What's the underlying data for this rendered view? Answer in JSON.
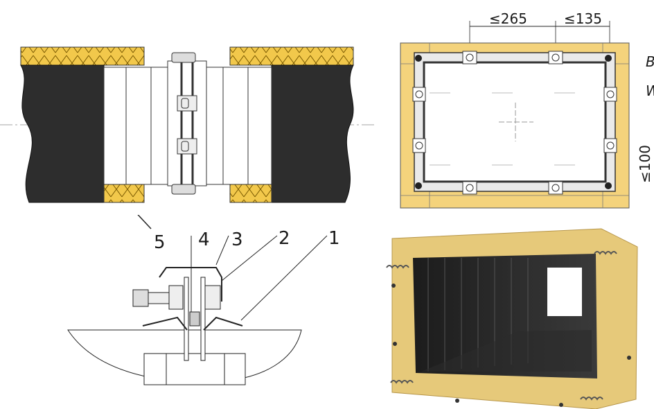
{
  "section_view": {},
  "frame_view": {
    "dimensions": {
      "spacing_a": "≤265",
      "spacing_b": "≤135",
      "spacing_c": "≤100"
    },
    "side_label_top": "B",
    "side_label_mid": "W"
  },
  "detail_view": {
    "callouts": [
      "5",
      "4",
      "3",
      "2",
      "1"
    ]
  },
  "render_view": {},
  "colors": {
    "insulation": "#f2c84b",
    "duct": "#2d2d2d",
    "flange_bg": "#f4d37c",
    "frame": "#eaeaea"
  }
}
